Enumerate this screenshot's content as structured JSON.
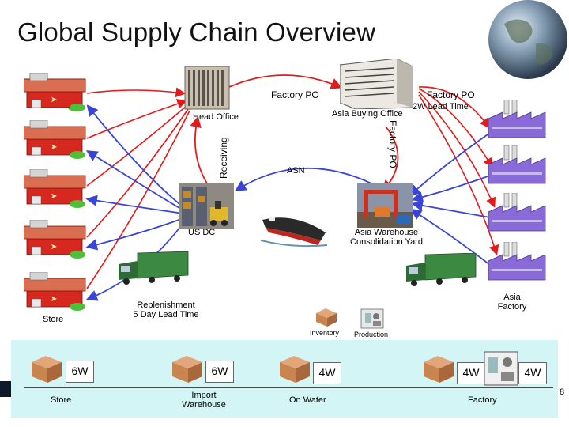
{
  "title": "Global Supply Chain Overview",
  "labels": {
    "factory_po_top": "Factory PO",
    "factory_po_right_1": "Factory PO",
    "factory_po_right_2": "2W Lead Time",
    "asia_buying_office": "Asia Buying Office",
    "head_office": "Head Office",
    "receiving": "Receiving",
    "factory_po_vertical": "Factory PO",
    "asn": "ASN",
    "us_dc": "US DC",
    "asia_warehouse_1": "Asia Warehouse",
    "asia_warehouse_2": "Consolidation Yard",
    "replenishment_1": "Replenishment",
    "replenishment_2": "5 Day Lead Time",
    "asia_factory_1": "Asia",
    "asia_factory_2": "Factory",
    "store": "Store",
    "inventory": "Inventory",
    "production": "Production"
  },
  "timeline": {
    "segments": [
      {
        "weeks": "6W",
        "label": "Store"
      },
      {
        "weeks": "6W",
        "label_1": "Import",
        "label_2": "Warehouse"
      },
      {
        "weeks": "4W",
        "label": "On Water"
      },
      {
        "weeks": "4W",
        "weeks_2": "4W",
        "label": "Factory"
      }
    ]
  },
  "page_number": "8",
  "colors": {
    "arrow_red": "#e41a1a",
    "arrow_blue": "#3a45d8",
    "timeline_bg": "#d4f5f5",
    "factory_purple": "#8a6ad8"
  }
}
